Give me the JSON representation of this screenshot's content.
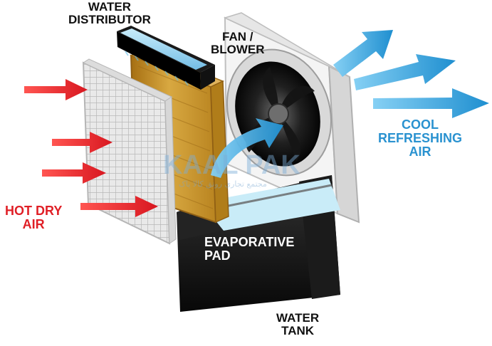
{
  "labels": {
    "water_distributor": [
      "WATER",
      "DISTRIBUTOR"
    ],
    "fan_blower": [
      "FAN /",
      "BLOWER"
    ],
    "cool_refreshing_air": [
      "COOL",
      "REFRESHING",
      "AIR"
    ],
    "hot_dry_air": [
      "HOT DRY",
      "AIR"
    ],
    "evaporative_pad": [
      "EVAPORATIVE",
      "PAD"
    ],
    "water_tank": [
      "WATER",
      "TANK"
    ]
  },
  "watermark": {
    "brand": "KAAL PAK",
    "subtitle": "مجتمع تجاري رونق كالا پاک"
  },
  "colors": {
    "hot_air_arrow": "#e8202a",
    "cool_air_arrow": "#3aa4dc",
    "pad": "#c8962a",
    "distributor_bar": "#9fd6ef",
    "tank": "#151515",
    "water": "#c9ecf8",
    "fan_housing": "#f2f2f2"
  }
}
